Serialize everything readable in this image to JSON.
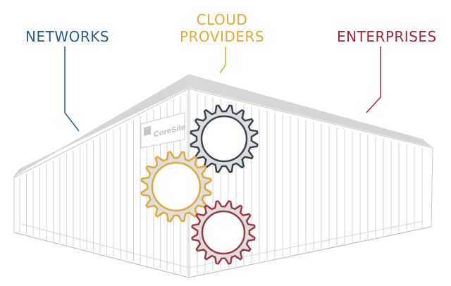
{
  "labels": {
    "networks": "NETWORKS",
    "cloud_line1": "CLOUD",
    "cloud_line2": "PROVIDERS",
    "enterprises": "ENTERPRISES"
  },
  "building": {
    "logo_text": "CoreSite"
  },
  "colors": {
    "networks": "#2e5b85",
    "cloud": "#e0a93b",
    "enterprises": "#9a2a3a",
    "building_line": "#c9c9c9",
    "gear_dark": "#3b4350",
    "gear_gold": "#e0a93b",
    "gear_red": "#9a3a44",
    "gear_fill": "#dedede"
  },
  "icons": [
    "gear-icon",
    "gear-icon",
    "gear-icon",
    "coresite-logo"
  ]
}
